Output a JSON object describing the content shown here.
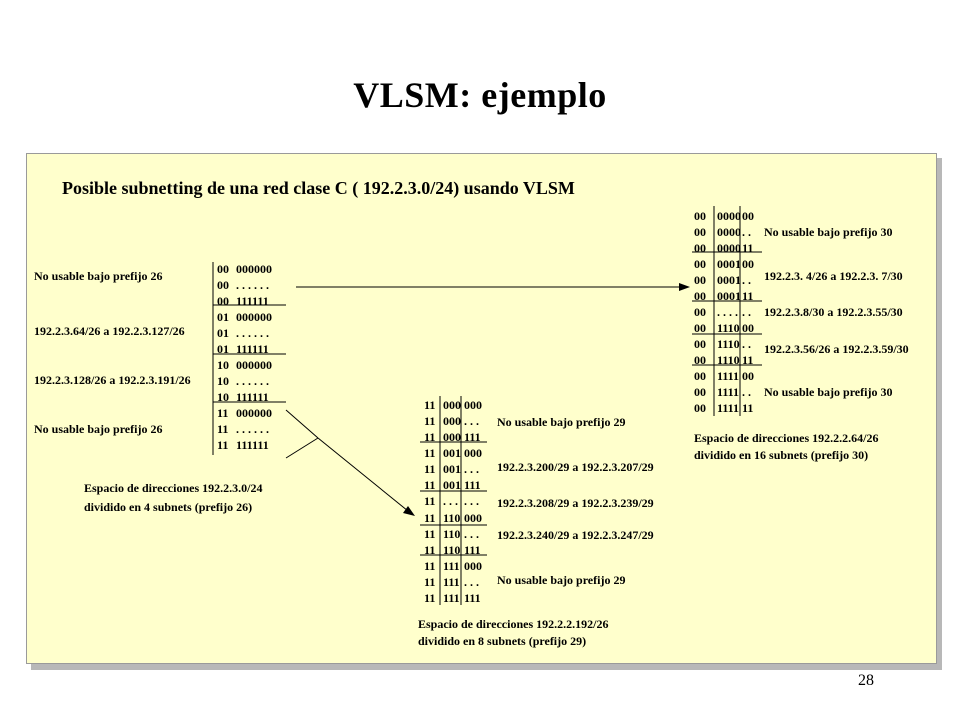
{
  "title": "VLSM: ejemplo",
  "subtitle": "Posible subnetting de una red clase C ( 192.2.3.0/24) usando VLSM",
  "page_number": "28",
  "block26": {
    "rows": [
      {
        "prefix": "00",
        "host": "000000"
      },
      {
        "prefix": "00",
        "host": ". . . . . ."
      },
      {
        "prefix": "00",
        "host": "111111"
      },
      {
        "prefix": "01",
        "host": "000000"
      },
      {
        "prefix": "01",
        "host": ". . . . . ."
      },
      {
        "prefix": "01",
        "host": "111111"
      },
      {
        "prefix": "10",
        "host": "000000"
      },
      {
        "prefix": "10",
        "host": ". . . . . ."
      },
      {
        "prefix": "10",
        "host": "111111"
      },
      {
        "prefix": "11",
        "host": "000000"
      },
      {
        "prefix": "11",
        "host": ". . . . . ."
      },
      {
        "prefix": "11",
        "host": "111111"
      }
    ],
    "labels": [
      "No usable bajo prefijo 26",
      "192.2.3.64/26 a 192.2.3.127/26",
      "192.2.3.128/26 a 192.2.3.191/26",
      "No usable bajo prefijo 26"
    ],
    "caption_line1": "Espacio de direcciones 192.2.3.0/24",
    "caption_line2": "dividido en 4 subnets (prefijo 26)"
  },
  "block29": {
    "rows": [
      {
        "a": "11",
        "b": "000",
        "c": "000"
      },
      {
        "a": "11",
        "b": "000",
        "c": ". . ."
      },
      {
        "a": "11",
        "b": "000",
        "c": "111"
      },
      {
        "a": "11",
        "b": "001",
        "c": "000"
      },
      {
        "a": "11",
        "b": "001",
        "c": ". . ."
      },
      {
        "a": "11",
        "b": "001",
        "c": "111"
      },
      {
        "a": "11",
        "b": ". . .",
        "c": ". . ."
      },
      {
        "a": "11",
        "b": "110",
        "c": "000"
      },
      {
        "a": "11",
        "b": "110",
        "c": ". . ."
      },
      {
        "a": "11",
        "b": "110",
        "c": "111"
      },
      {
        "a": "11",
        "b": "111",
        "c": "000"
      },
      {
        "a": "11",
        "b": "111",
        "c": ". . ."
      },
      {
        "a": "11",
        "b": "111",
        "c": "111"
      }
    ],
    "labels": [
      "No usable bajo prefijo 29",
      "192.2.3.200/29 a 192.2.3.207/29",
      "192.2.3.208/29 a 192.2.3.239/29",
      "192.2.3.240/29 a 192.2.3.247/29",
      "No usable bajo prefijo 29"
    ],
    "caption_line1": "Espacio de direcciones 192.2.2.192/26",
    "caption_line2": "dividido en 8 subnets (prefijo 29)"
  },
  "block30": {
    "rows": [
      {
        "a": "00",
        "b": "0000",
        "c": "00"
      },
      {
        "a": "00",
        "b": "0000",
        "c": ". ."
      },
      {
        "a": "00",
        "b": "0000",
        "c": "11"
      },
      {
        "a": "00",
        "b": "0001",
        "c": "00"
      },
      {
        "a": "00",
        "b": "0001",
        "c": ". ."
      },
      {
        "a": "00",
        "b": "0001",
        "c": "11"
      },
      {
        "a": "00",
        "b": ". . . .",
        "c": ". ."
      },
      {
        "a": "00",
        "b": "1110",
        "c": "00"
      },
      {
        "a": "00",
        "b": "1110",
        "c": ". ."
      },
      {
        "a": "00",
        "b": "1110",
        "c": "11"
      },
      {
        "a": "00",
        "b": "1111",
        "c": "00"
      },
      {
        "a": "00",
        "b": "1111",
        "c": ". ."
      },
      {
        "a": "00",
        "b": "1111",
        "c": "11"
      }
    ],
    "labels": [
      "No usable bajo prefijo 30",
      "192.2.3. 4/26 a 192.2.3. 7/30",
      "192.2.3.8/30 a 192.2.3.55/30",
      "192.2.3.56/26 a 192.2.3.59/30",
      "No usable bajo prefijo 30"
    ],
    "caption_line1": "Espacio de direcciones 192.2.2.64/26",
    "caption_line2": "dividido en 16 subnets (prefijo 30)"
  }
}
